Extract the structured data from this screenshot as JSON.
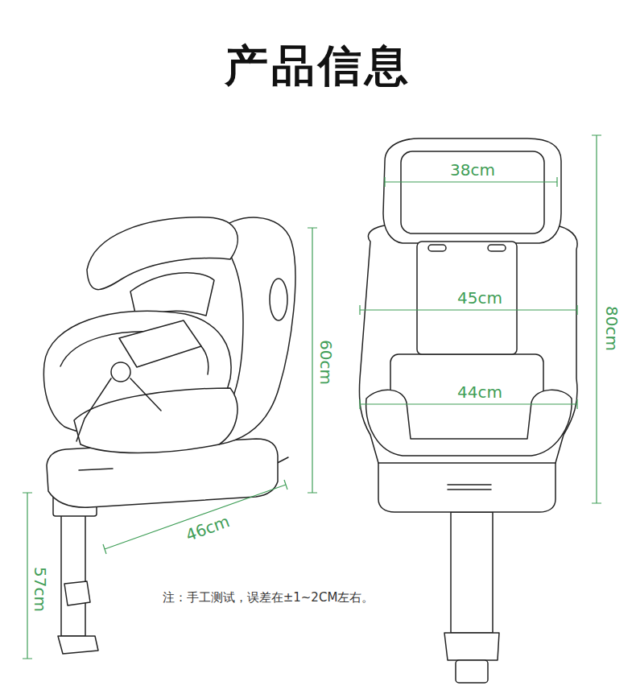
{
  "diagram": {
    "title": "产品信息",
    "labels": [
      "38cm",
      "45cm",
      "60cm",
      "80cm",
      "44cm",
      "46cm",
      "57cm",
      "注：手工测试，误差在±1~2CM左右。"
    ]
  }
}
